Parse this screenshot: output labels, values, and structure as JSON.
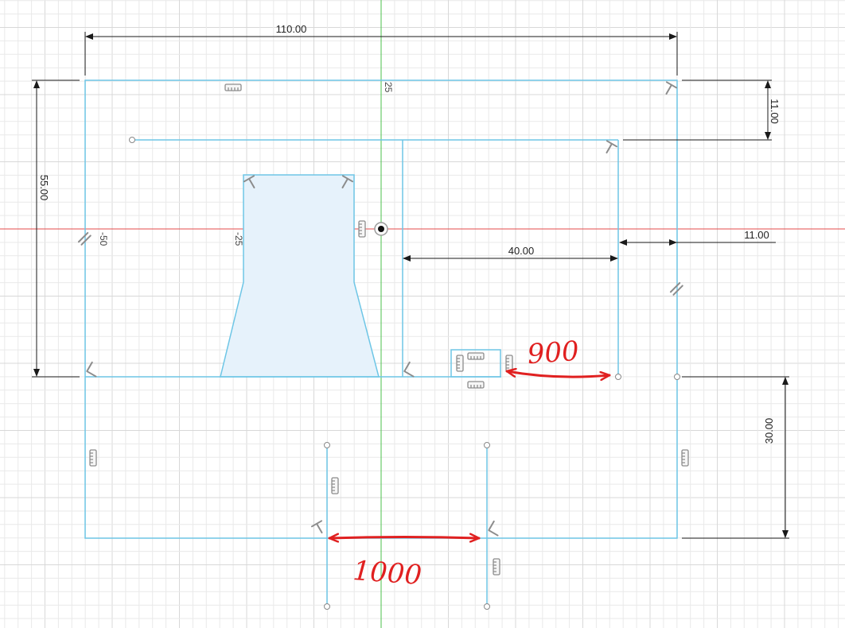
{
  "colors": {
    "background": "#ffffff",
    "grid_minor": "#e9e9e9",
    "grid_major": "#d8d8d8",
    "sketch_line": "#6ec6e6",
    "profile_fill": "#e6f2fb",
    "x_axis": "#e44b4b",
    "y_axis": "#4bc24b",
    "dimension": "#1a1a1a",
    "annotation": "#e02020",
    "constraint_icon": "#8c8c8c"
  },
  "dimensions": {
    "overall_width": "110.00",
    "overall_height": "55.00",
    "top_offset": "11.00",
    "right_offset": "11.00",
    "inner_width": "40.00",
    "lower_height": "30.00"
  },
  "axis_labels": {
    "top_25": "25",
    "left_minus50": "-50",
    "left_minus25": "-25"
  },
  "annotations": {
    "gap_900": "900",
    "gap_1000": "1000"
  },
  "icons": {
    "origin": "origin-point-icon",
    "perpendicular": "perpendicular-constraint-icon",
    "parallel": "parallel-constraint-icon",
    "horizontal_vertical": "horizontal-vertical-constraint-icon"
  }
}
